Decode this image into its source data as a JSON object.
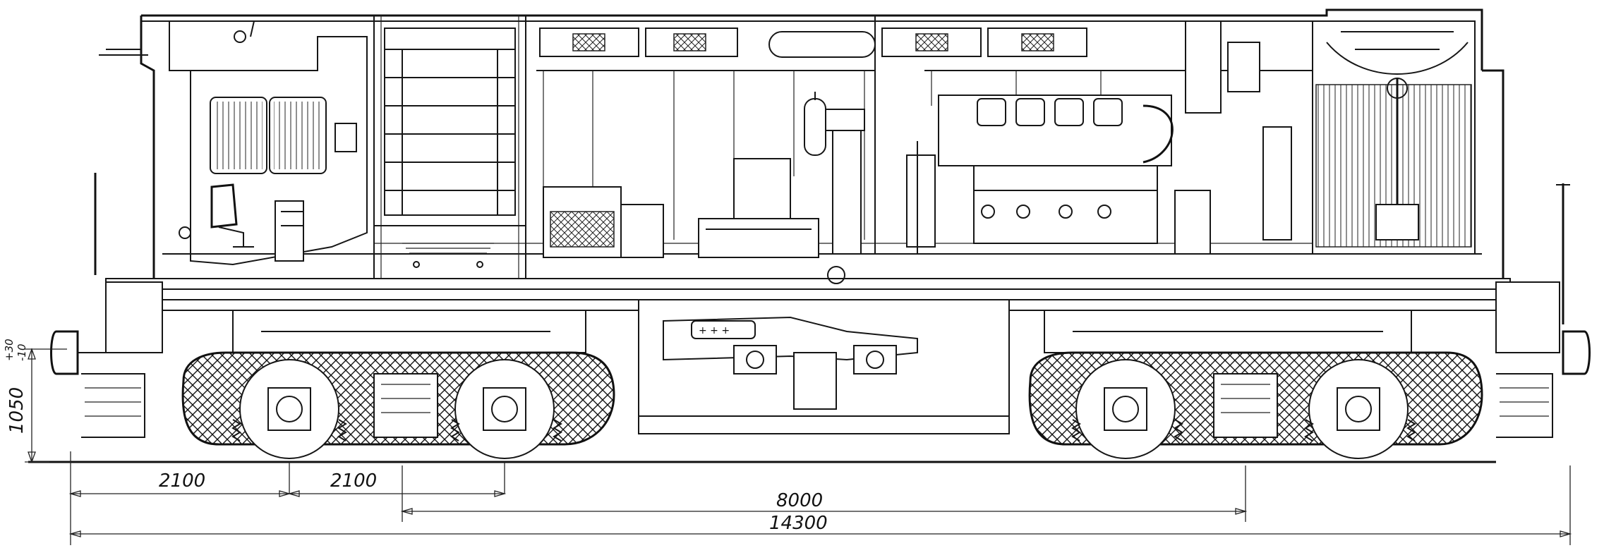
{
  "dimensions": {
    "height": {
      "value": "1050",
      "tol_plus": "+30",
      "tol_minus": "-10"
    },
    "bogie_wheelbase_left": "2100",
    "bogie_wheelbase_right": "2100",
    "bogie_centers": "8000",
    "overall_length": "14300"
  },
  "colors": {
    "ink": "#161616",
    "paper": "#ffffff"
  },
  "plate_labels": {
    "plus_signs": "+  +  +"
  }
}
